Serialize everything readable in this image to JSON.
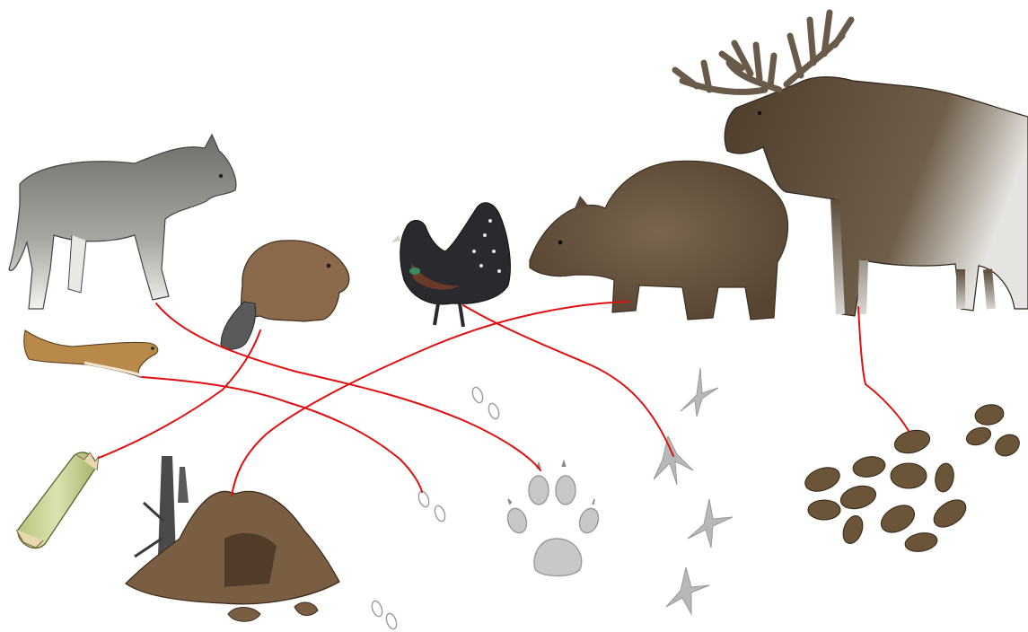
{
  "animals": [
    {
      "id": "wolf",
      "icon": "wolf-icon"
    },
    {
      "id": "beaver",
      "icon": "beaver-icon"
    },
    {
      "id": "capercaillie",
      "icon": "capercaillie-icon"
    },
    {
      "id": "bear",
      "icon": "bear-icon"
    },
    {
      "id": "moose",
      "icon": "moose-icon"
    },
    {
      "id": "weasel",
      "icon": "weasel-icon"
    }
  ],
  "signs": [
    {
      "id": "gnawed-log",
      "icon": "gnawed-log-icon"
    },
    {
      "id": "anthill",
      "icon": "anthill-icon"
    },
    {
      "id": "small-paw-tracks",
      "icon": "small-tracks-icon"
    },
    {
      "id": "wolf-paw-print",
      "icon": "paw-print-icon"
    },
    {
      "id": "bird-tracks",
      "icon": "bird-tracks-icon"
    },
    {
      "id": "moose-droppings",
      "icon": "droppings-icon"
    }
  ],
  "connections": [
    {
      "from": "wolf",
      "to": "wolf-paw-print"
    },
    {
      "from": "beaver",
      "to": "gnawed-log"
    },
    {
      "from": "capercaillie",
      "to": "bird-tracks"
    },
    {
      "from": "bear",
      "to": "anthill"
    },
    {
      "from": "moose",
      "to": "moose-droppings"
    },
    {
      "from": "weasel",
      "to": "small-paw-tracks"
    }
  ],
  "colors": {
    "connection_line": "#e01010",
    "wolf_grey": "#8a8a86",
    "brown": "#6b5a44",
    "beaver_brown": "#8a6a4a",
    "weasel_tan": "#b88a4a",
    "track_grey": "#b9b9b9",
    "log_green": "#c9d49a",
    "dropping_brown": "#6a5538"
  }
}
